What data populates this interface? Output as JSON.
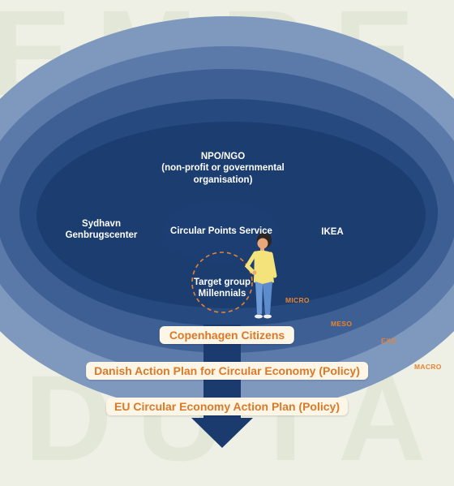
{
  "background_letters": {
    "top": "EMBE",
    "bottom": "DUTA"
  },
  "rings": {
    "center": "Circular Points Service",
    "npo": "NPO/NGO\n(non-profit or governmental\norganisation)",
    "left": "Sydhavn\nGenbrugscenter",
    "right": "IKEA",
    "target": "Target group\nMillennials"
  },
  "levels": {
    "micro": "MICRO",
    "meso": "MESO",
    "exo": "EXO",
    "macro": "MACRO"
  },
  "banners": {
    "citizens": "Copenhagen Citizens",
    "danish": "Danish Action Plan for Circular Economy (Policy)",
    "eu": "EU Circular Economy Action Plan (Policy)"
  },
  "colors": {
    "ring_outer": "#7e98be",
    "ring_2": "#5b7aaa",
    "ring_3": "#3d5f93",
    "ring_4": "#264a80",
    "ring_5": "#1b3d70",
    "ring_inner": "#1c3e72",
    "accent_orange": "#e8832f",
    "banner_bg": "#fdf6e6",
    "arrow": "#1b3b6f"
  }
}
